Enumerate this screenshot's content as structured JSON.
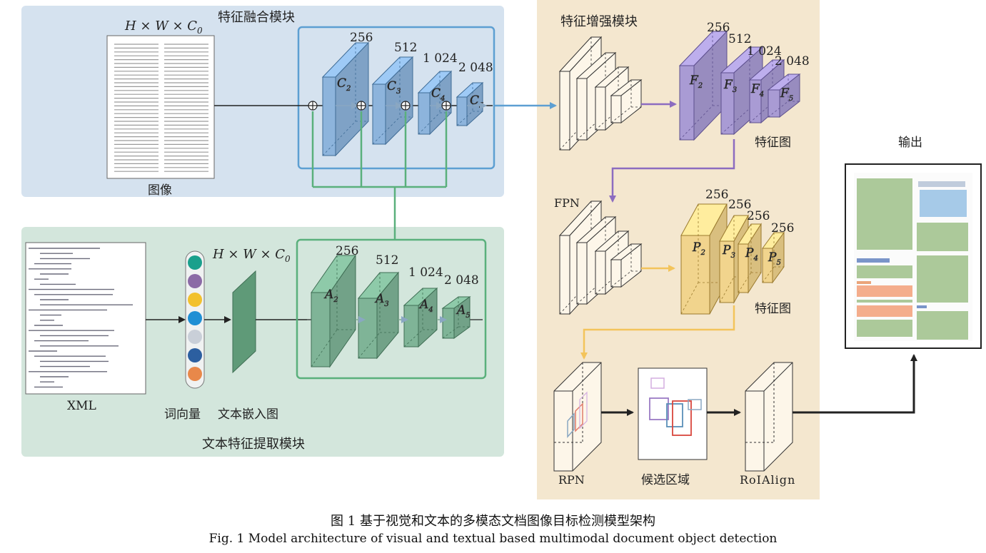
{
  "fusion": {
    "title": "特征融合模块",
    "input_dims": "H × W × C",
    "input_dims_sub": "0",
    "image_label": "图像",
    "layers": [
      {
        "name": "C",
        "sub": "2",
        "channels": "256"
      },
      {
        "name": "C",
        "sub": "3",
        "channels": "512"
      },
      {
        "name": "C",
        "sub": "4",
        "channels": "1 024"
      },
      {
        "name": "C",
        "sub": "5",
        "channels": "2 048"
      }
    ]
  },
  "text_module": {
    "title": "文本特征提取模块",
    "xml_label": "XML",
    "wordvec_label": "词向量",
    "embed_label": "文本嵌入图",
    "input_dims": "H × W × C",
    "input_dims_sub": "0",
    "word_colors": [
      "#1aa08c",
      "#8b6aa6",
      "#f2c12e",
      "#1f8fd4",
      "#c9cfd8",
      "#2c5fa0",
      "#e8884a"
    ],
    "layers": [
      {
        "name": "A",
        "sub": "2",
        "channels": "256"
      },
      {
        "name": "A",
        "sub": "3",
        "channels": "512"
      },
      {
        "name": "A",
        "sub": "4",
        "channels": "1 024"
      },
      {
        "name": "A",
        "sub": "5",
        "channels": "2 048"
      }
    ]
  },
  "enhance": {
    "title": "特征增强模块",
    "feature_map_label_1": "特征图",
    "feature_map_label_2": "特征图",
    "fpn_label": "FPN",
    "f_layers": [
      {
        "name": "F",
        "sub": "2",
        "channels": "256"
      },
      {
        "name": "F",
        "sub": "3",
        "channels": "512"
      },
      {
        "name": "F",
        "sub": "4",
        "channels": "1 024"
      },
      {
        "name": "F",
        "sub": "5",
        "channels": "2 048"
      }
    ],
    "p_layers": [
      {
        "name": "P",
        "sub": "2",
        "channels": "256"
      },
      {
        "name": "P",
        "sub": "3",
        "channels": "256"
      },
      {
        "name": "P",
        "sub": "4",
        "channels": "256"
      },
      {
        "name": "P",
        "sub": "5",
        "channels": "256"
      }
    ],
    "rpn_label": "RPN",
    "candidates_label": "候选区域",
    "roialign_label": "RoIAlign"
  },
  "output": {
    "label": "输出"
  },
  "caption": {
    "zh": "图 1   基于视觉和文本的多模态文档图像目标检测模型架构",
    "en": "Fig. 1    Model architecture of visual and textual based multimodal document object detection"
  },
  "colors": {
    "fusion_bg": "#d5e2ef",
    "text_bg": "#d3e6dc",
    "enhance_bg": "#f4e7cf",
    "blue_block": "#8db4dc",
    "green_block": "#7fb497",
    "purple_block": "#a99bd4",
    "yellow_block": "#f1d48d",
    "blue_line": "#5d9fd2",
    "green_line": "#5ab07c",
    "purple_line": "#8c6cc0",
    "yellow_line": "#f3c45b"
  }
}
